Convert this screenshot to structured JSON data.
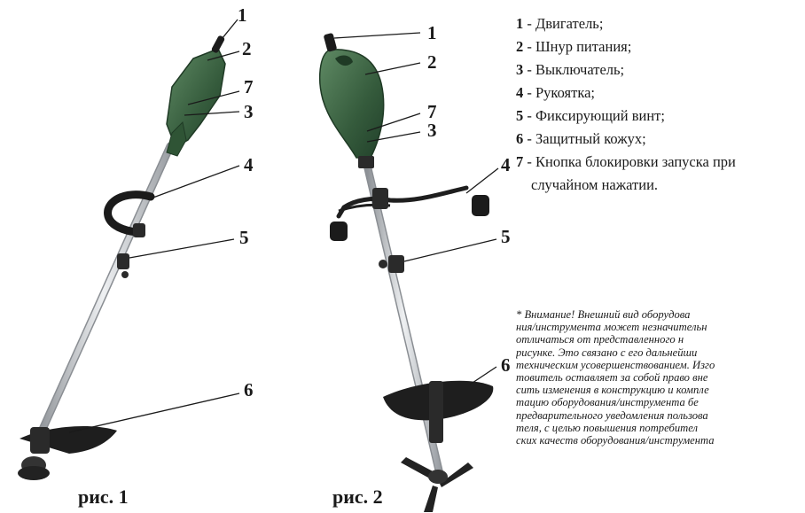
{
  "figure1": {
    "caption": "рис. 1",
    "callouts": [
      "1",
      "2",
      "7",
      "3",
      "4",
      "5",
      "6"
    ]
  },
  "figure2": {
    "caption": "рис. 2",
    "callouts": [
      "1",
      "2",
      "7",
      "3",
      "4",
      "5",
      "6"
    ]
  },
  "legend": [
    {
      "key": "1",
      "text": " - Двигатель;"
    },
    {
      "key": "2",
      "text": " - Шнур питания;"
    },
    {
      "key": "3",
      "text": " - Выключатель;"
    },
    {
      "key": "4",
      "text": " - Рукоятка;"
    },
    {
      "key": "5",
      "text": " - Фиксирующий винт;"
    },
    {
      "key": "6",
      "text": " - Защитный кожух;"
    },
    {
      "key": "7",
      "text": " - Кнопка блокировки запуска при"
    }
  ],
  "legend_continuation": "случайном нажатии.",
  "note_lines": [
    "* Внимание! Внешний вид оборудова",
    "ния/инструмента может незначительн",
    "отличаться от представленного н",
    "рисунке. Это связано с его дальнейши",
    "техническим усовершенствованием. Изго",
    "товитель оставляет за собой право вне",
    "сить изменения в конструкцию и компле",
    "тацию оборудования/инструмента бе",
    "предварительного уведомления пользова",
    "теля, с целью повышения потребител",
    "ских качеств оборудования/инструмента"
  ],
  "colors": {
    "housing": "#3f6a46",
    "tube": "#c9ccd0",
    "black": "#1b1b1b"
  }
}
